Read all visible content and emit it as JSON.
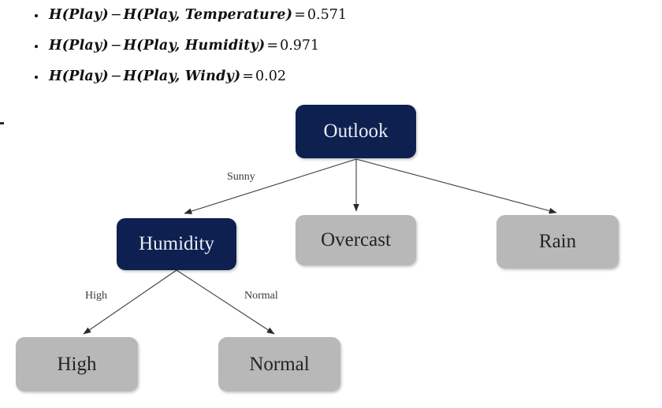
{
  "formulas": [
    {
      "id": "info-gain-temperature",
      "lhs_fn": "H",
      "lhs_arg": "(Play)",
      "minus": "−",
      "rhs_fn": "H",
      "rhs_arg": "(Play, Temperature)",
      "equals": "=",
      "value": "0.571",
      "text": "H(Play)−H(Play, Temperature) = 0.571"
    },
    {
      "id": "info-gain-humidity",
      "lhs_fn": "H",
      "lhs_arg": "(Play)",
      "minus": "−",
      "rhs_fn": "H",
      "rhs_arg": "(Play, Humidity)",
      "equals": "=",
      "value": "0.971",
      "text": "H(Play)−H(Play, Humidity) = 0.971"
    },
    {
      "id": "info-gain-windy",
      "lhs_fn": "H",
      "lhs_arg": "(Play)",
      "minus": "−",
      "rhs_fn": "H",
      "rhs_arg": "(Play, Windy)",
      "equals": "=",
      "value": "0.02",
      "text": "H(Play)−H(Play, Windy) = 0.02"
    }
  ],
  "diagram": {
    "type": "decision-tree",
    "nodes": [
      {
        "id": "outlook",
        "label": "Outlook",
        "kind": "decision",
        "color": "#0d2050",
        "text_color": "#e9ecf3"
      },
      {
        "id": "humidity",
        "label": "Humidity",
        "kind": "decision",
        "color": "#0d2050",
        "text_color": "#e9ecf3"
      },
      {
        "id": "overcast",
        "label": "Overcast",
        "kind": "leaf",
        "color": "#b8b8b8",
        "text_color": "#242424"
      },
      {
        "id": "rain",
        "label": "Rain",
        "kind": "leaf",
        "color": "#b8b8b8",
        "text_color": "#242424"
      },
      {
        "id": "high",
        "label": "High",
        "kind": "leaf",
        "color": "#b8b8b8",
        "text_color": "#242424"
      },
      {
        "id": "normal",
        "label": "Normal",
        "kind": "leaf",
        "color": "#b8b8b8",
        "text_color": "#242424"
      }
    ],
    "edges": [
      {
        "from": "outlook",
        "to": "humidity",
        "label": "Sunny"
      },
      {
        "from": "outlook",
        "to": "overcast",
        "label": ""
      },
      {
        "from": "outlook",
        "to": "rain",
        "label": ""
      },
      {
        "from": "humidity",
        "to": "high",
        "label": "High"
      },
      {
        "from": "humidity",
        "to": "normal",
        "label": "Normal"
      }
    ],
    "edge_labels": {
      "sunny": "Sunny",
      "high": "High",
      "normal": "Normal"
    }
  }
}
